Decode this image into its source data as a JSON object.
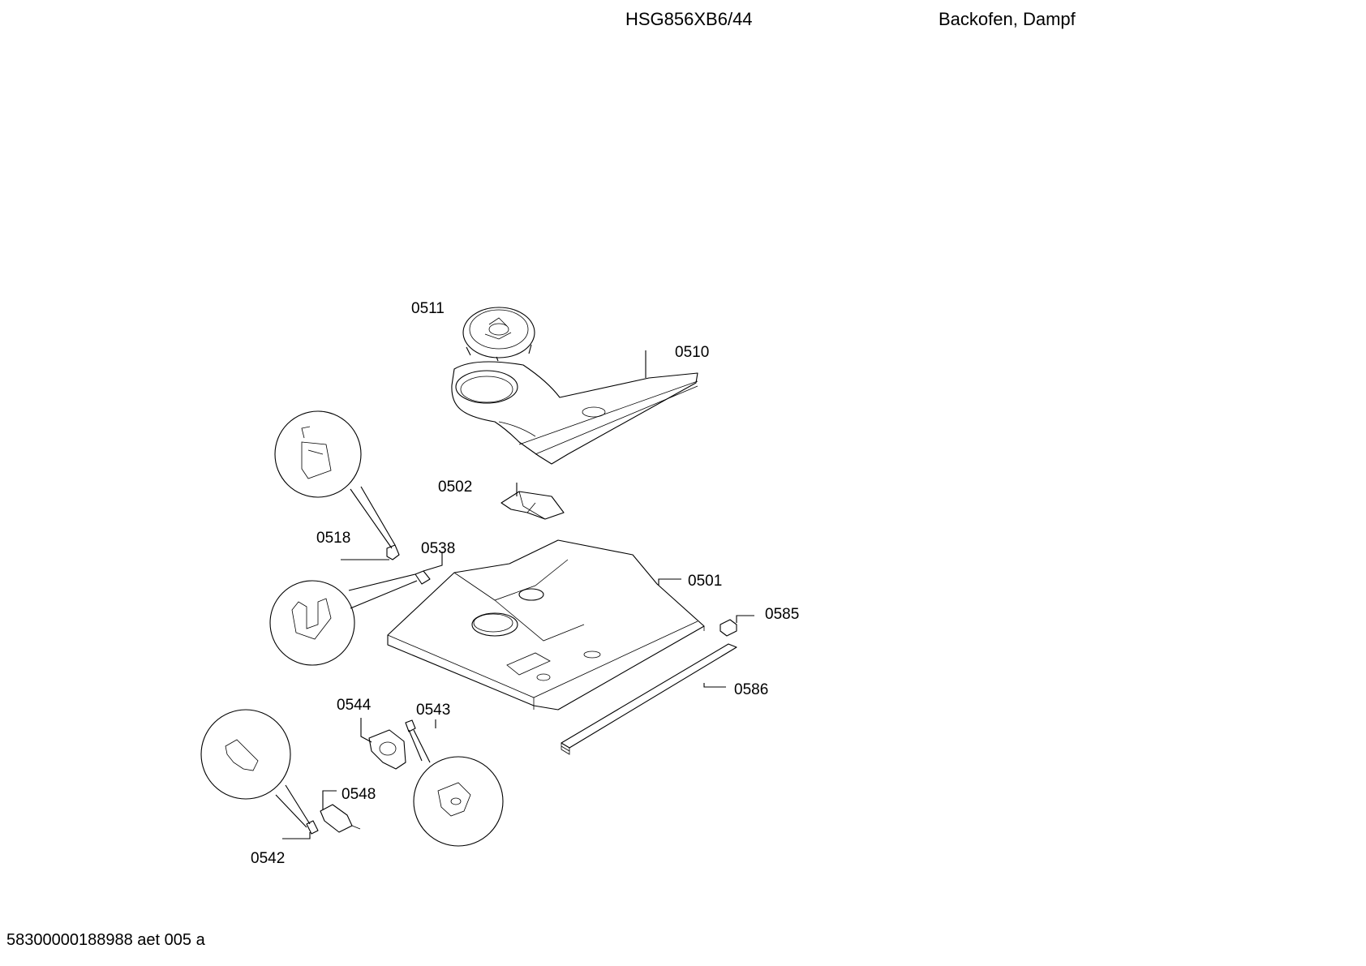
{
  "header": {
    "model": "HSG856XB6/44",
    "category": "Backofen, Dampf"
  },
  "footer": {
    "document_id": "58300000188988 aet 005 a"
  },
  "parts": [
    {
      "id": "p0511",
      "number": "0511"
    },
    {
      "id": "p0510",
      "number": "0510"
    },
    {
      "id": "p0502",
      "number": "0502"
    },
    {
      "id": "p0518",
      "number": "0518"
    },
    {
      "id": "p0538",
      "number": "0538"
    },
    {
      "id": "p0501",
      "number": "0501"
    },
    {
      "id": "p0585",
      "number": "0585"
    },
    {
      "id": "p0586",
      "number": "0586"
    },
    {
      "id": "p0544",
      "number": "0544"
    },
    {
      "id": "p0543",
      "number": "0543"
    },
    {
      "id": "p0548",
      "number": "0548"
    },
    {
      "id": "p0542",
      "number": "0542"
    }
  ]
}
